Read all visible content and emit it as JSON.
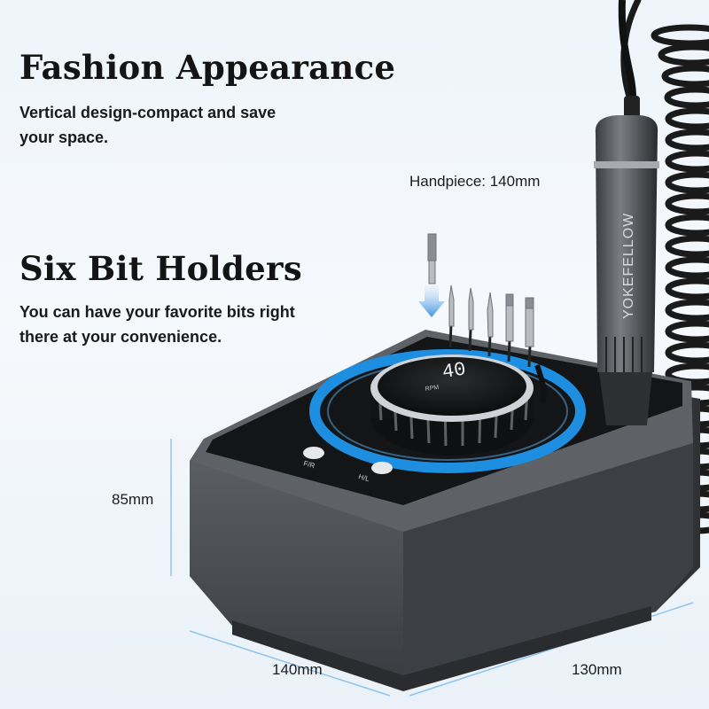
{
  "sections": [
    {
      "title": "Fashion Appearance",
      "description": "Vertical design-compact and save your space."
    },
    {
      "title": "Six Bit Holders",
      "description": "You can have your favorite bits right there at your convenience."
    }
  ],
  "dimensions": {
    "handpiece": "Handpiece: 140mm",
    "height": "85mm",
    "width": "140mm",
    "depth": "130mm"
  },
  "product": {
    "brand": "YOKEFELLOW",
    "display_speed": "40",
    "display_unit": "RPM"
  },
  "colors": {
    "accent_ring": "#1e8fe0",
    "body": "#4a4d52",
    "top_panel": "#141516",
    "background": "#eef4fa"
  }
}
